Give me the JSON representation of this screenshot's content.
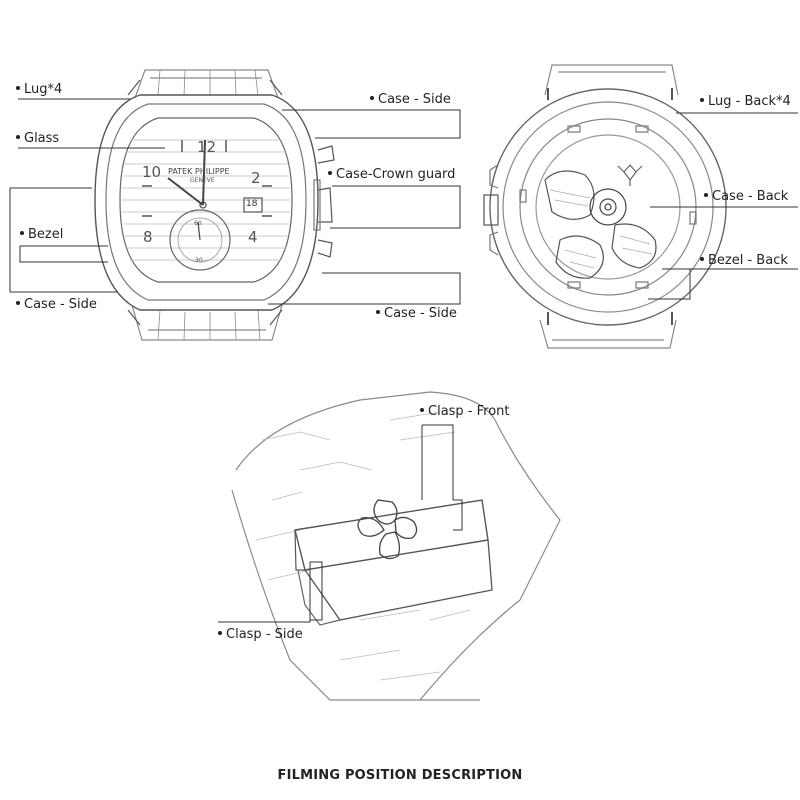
{
  "labels": {
    "lug_front": "Lug*4",
    "glass": "Glass",
    "bezel": "Bezel",
    "case_side_left": "Case - Side",
    "case_side_top": "Case - Side",
    "case_crown_guard": "Case-Crown guard",
    "case_side_bottom": "Case - Side",
    "lug_back": "Lug - Back*4",
    "case_back": "Case - Back",
    "bezel_back": "Bezel - Back",
    "clasp_front": "Clasp - Front",
    "clasp_side": "Clasp - Side"
  },
  "dial": {
    "brand": "PATEK PHILIPPE",
    "city": "GENEVE",
    "date_window": "18",
    "hour_numerals": [
      "12",
      "2",
      "4",
      "8",
      "10"
    ],
    "subdial_numerals": [
      "60",
      "30"
    ]
  },
  "footer": "FILMING POSITION DESCRIPTION",
  "colors": {
    "line": "#333333",
    "sketch": "#8a8a8a",
    "text": "#222222"
  }
}
